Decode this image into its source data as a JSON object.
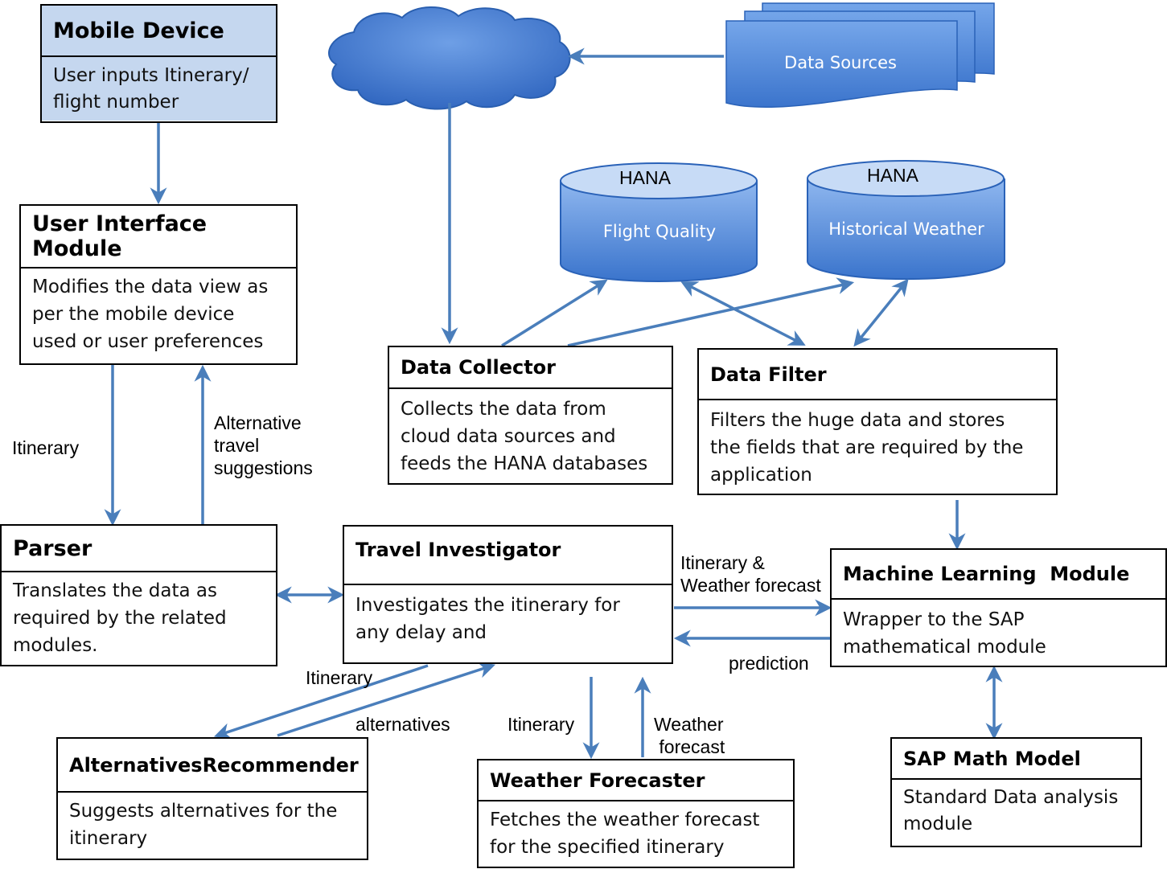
{
  "modules": {
    "mobile_device": {
      "title": "Mobile Device",
      "text": "User inputs Itinerary/\nflight number"
    },
    "user_interface": {
      "title": "User Interface Module",
      "text": "Modifies the data view as\nper the mobile device\nused or user preferences"
    },
    "parser": {
      "title": "Parser",
      "text": "Translates the data as\nrequired by the related\nmodules."
    },
    "data_collector": {
      "title": "Data Collector",
      "text": "Collects the data from\ncloud data sources and\nfeeds the HANA databases"
    },
    "data_filter": {
      "title": "Data Filter",
      "text": "Filters the huge data and stores\nthe fields that are required by the\napplication"
    },
    "travel_investigator": {
      "title": "Travel Investigator",
      "text": "Investigates the itinerary for\nany delay and"
    },
    "machine_learning": {
      "title": "Machine Learning  Module",
      "text": "Wrapper to the SAP\nmathematical module"
    },
    "alternatives_recommender": {
      "title": "AlternativesRecommender",
      "text": "Suggests alternatives for the\nitinerary"
    },
    "weather_forecaster": {
      "title": "Weather Forecaster",
      "text": "Fetches the weather forecast\nfor the specified itinerary"
    },
    "sap_math_model": {
      "title": "SAP Math Model",
      "text": "Standard Data analysis\nmodule"
    }
  },
  "data_sources": {
    "label": "Data Sources"
  },
  "databases": [
    {
      "tag": "HANA",
      "name": "Flight Quality"
    },
    {
      "tag": "HANA",
      "name": "Historical Weather"
    }
  ],
  "edge_labels": {
    "itinerary_ui_parser": "Itinerary",
    "alternative_travel": "Alternative\ntravel\nsuggestions",
    "itinerary_weather": "Itinerary &\nWeather forecast",
    "prediction": "prediction",
    "itinerary_alt": "Itinerary",
    "alternatives": "alternatives",
    "itinerary_wf": "Itinerary",
    "weather_forecast": "Weather\n forecast"
  },
  "colors": {
    "arrow": "#4a7ebb",
    "shape_fill": "#4f86d2",
    "shape_dark": "#2a62b8",
    "header_blue": "#c5d7ef"
  }
}
